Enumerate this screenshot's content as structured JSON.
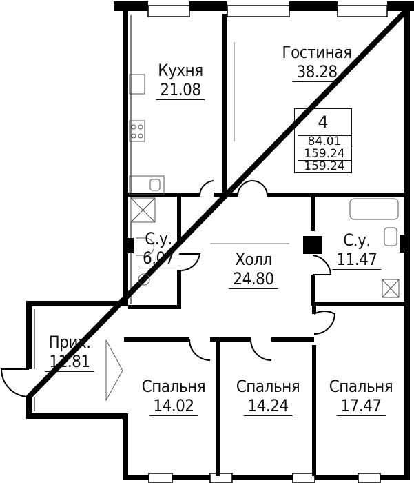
{
  "plan": {
    "rooms": [
      {
        "name": "Кухня",
        "area": "21.08"
      },
      {
        "name": "Гостиная",
        "area": "38.28"
      },
      {
        "name": "С.у.",
        "area": "6.07"
      },
      {
        "name": "Холл",
        "area": "24.80"
      },
      {
        "name": "С.у.",
        "area": "11.47"
      },
      {
        "name": "Прих.",
        "area": "11.81"
      },
      {
        "name": "Спальня",
        "area": "14.02"
      },
      {
        "name": "Спальня",
        "area": "14.24"
      },
      {
        "name": "Спальня",
        "area": "17.47"
      }
    ],
    "summary": {
      "room_count": "4",
      "living_area": "84.01",
      "total_area": "159.24",
      "total_area_2": "159.24"
    },
    "colors": {
      "wall": "#000000",
      "background": "#ffffff"
    }
  }
}
